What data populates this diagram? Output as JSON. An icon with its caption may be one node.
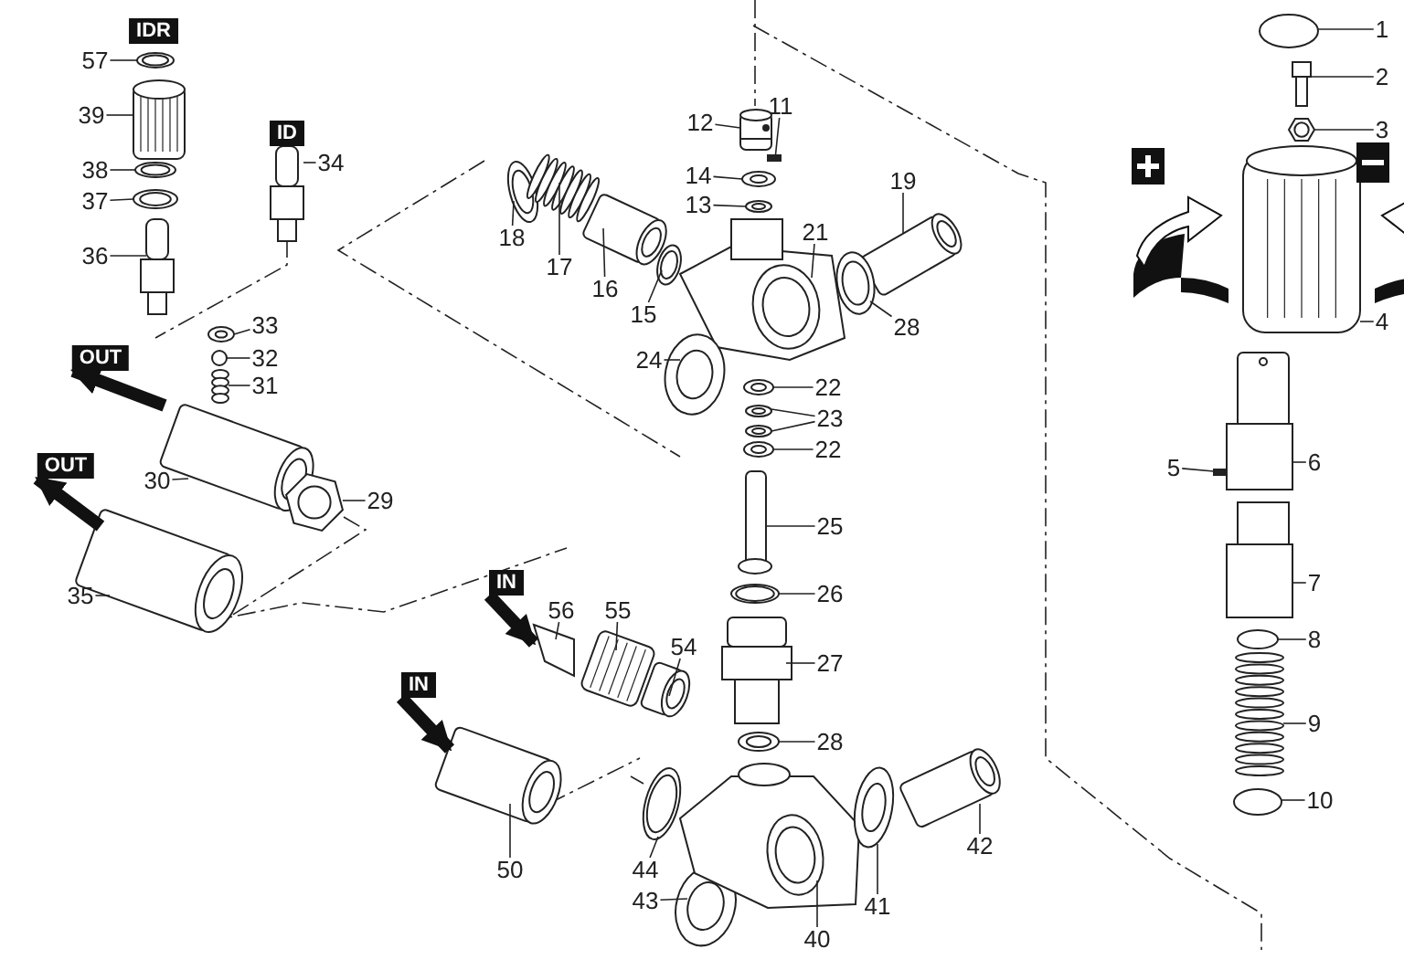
{
  "diagram": {
    "nodes": [
      {
        "text": [
          "IDR"
        ]
      },
      {
        "text": [
          "57"
        ]
      },
      {
        "text": [
          "39"
        ]
      },
      {
        "text": [
          "38"
        ]
      },
      {
        "text": [
          "37"
        ]
      },
      {
        "text": [
          "36"
        ]
      },
      {
        "text": [
          "ID"
        ]
      },
      {
        "text": [
          "34"
        ]
      },
      {
        "text": [
          "33"
        ]
      },
      {
        "text": [
          "32"
        ]
      },
      {
        "text": [
          "31"
        ]
      },
      {
        "text": [
          "OUT"
        ]
      },
      {
        "text": [
          "30"
        ]
      },
      {
        "text": [
          "29"
        ]
      },
      {
        "text": [
          "OUT"
        ]
      },
      {
        "text": [
          "35"
        ]
      },
      {
        "text": [
          "12"
        ]
      },
      {
        "text": [
          "11"
        ]
      },
      {
        "text": [
          "14"
        ]
      },
      {
        "text": [
          "13"
        ]
      },
      {
        "text": [
          "18"
        ]
      },
      {
        "text": [
          "17"
        ]
      },
      {
        "text": [
          "16"
        ]
      },
      {
        "text": [
          "15"
        ]
      },
      {
        "text": [
          "19"
        ]
      },
      {
        "text": [
          "21"
        ]
      },
      {
        "text": [
          "28"
        ]
      },
      {
        "text": [
          "24"
        ]
      },
      {
        "text": [
          "22"
        ]
      },
      {
        "text": [
          "23"
        ]
      },
      {
        "text": [
          "22"
        ]
      },
      {
        "text": [
          "25"
        ]
      },
      {
        "text": [
          "26"
        ]
      },
      {
        "text": [
          "27"
        ]
      },
      {
        "text": [
          "28"
        ]
      },
      {
        "text": [
          "IN"
        ]
      },
      {
        "text": [
          "56"
        ]
      },
      {
        "text": [
          "55"
        ]
      },
      {
        "text": [
          "54"
        ]
      },
      {
        "text": [
          "IN"
        ]
      },
      {
        "text": [
          "50"
        ]
      },
      {
        "text": [
          "44"
        ]
      },
      {
        "text": [
          "43"
        ]
      },
      {
        "text": [
          "40"
        ]
      },
      {
        "text": [
          "41"
        ]
      },
      {
        "text": [
          "42"
        ]
      },
      {
        "text": [
          "1"
        ]
      },
      {
        "text": [
          "2"
        ]
      },
      {
        "text": [
          "3"
        ]
      },
      {
        "text": [
          "4"
        ]
      },
      {
        "text": [
          "5"
        ]
      },
      {
        "text": [
          "6"
        ]
      },
      {
        "text": [
          "7"
        ]
      },
      {
        "text": [
          "8"
        ]
      },
      {
        "text": [
          "9"
        ]
      },
      {
        "text": [
          "10"
        ]
      },
      {
        "text": [],
        "shape": "picture"
      },
      {
        "text": [],
        "shape": "picture"
      },
      {
        "text": [],
        "shape": "picture"
      },
      {
        "text": [],
        "shape": "picture"
      },
      {
        "text": [],
        "shape": "picture"
      },
      {
        "text": [],
        "shape": "picture"
      },
      {
        "text": [],
        "shape": "picture"
      },
      {
        "text": [],
        "shape": "picture"
      },
      {
        "text": [],
        "shape": "picture"
      },
      {
        "text": [],
        "shape": "picture"
      },
      {
        "text": [],
        "shape": "picture"
      },
      {
        "text": [],
        "shape": "picture"
      },
      {
        "text": [],
        "shape": "picture"
      },
      {
        "text": [],
        "shape": "bar"
      },
      {
        "text": [],
        "shape": "picture"
      },
      {
        "text": [],
        "shape": "picture"
      },
      {
        "text": [],
        "shape": "picture"
      },
      {
        "text": [],
        "shape": "picture"
      },
      {
        "text": [],
        "shape": "picture"
      },
      {
        "text": [],
        "shape": "picture"
      },
      {
        "text": [],
        "shape": "picture"
      },
      {
        "text": [],
        "shape": "picture"
      },
      {
        "text": [],
        "shape": "picture"
      },
      {
        "text": [],
        "shape": "picture"
      },
      {
        "text": [],
        "shape": "picture"
      },
      {
        "text": [],
        "shape": "picture"
      },
      {
        "text": [],
        "shape": "picture"
      },
      {
        "text": [],
        "shape": "picture"
      },
      {
        "text": [],
        "shape": "picture"
      },
      {
        "text": [],
        "shape": "picture"
      },
      {
        "text": [],
        "shape": "picture"
      },
      {
        "text": [],
        "shape": "picture"
      },
      {
        "text": [],
        "shape": "picture"
      },
      {
        "text": [],
        "shape": "picture"
      },
      {
        "text": [],
        "shape": "picture"
      },
      {
        "text": [],
        "shape": "picture"
      },
      {
        "text": [],
        "shape": "picture"
      },
      {
        "text": [],
        "shape": "picture"
      },
      {
        "text": [],
        "shape": "picture"
      },
      {
        "text": [],
        "shape": "picture"
      },
      {
        "text": [],
        "shape": "picture"
      },
      {
        "text": [],
        "shape": "picture"
      },
      {
        "text": [],
        "shape": "picture"
      },
      {
        "text": [],
        "shape": "picture"
      },
      {
        "text": [],
        "shape": "picture"
      },
      {
        "text": [],
        "shape": "bar"
      },
      {
        "text": [],
        "shape": "picture"
      },
      {
        "text": [],
        "shape": "picture"
      },
      {
        "text": [],
        "shape": "picture"
      },
      {
        "text": [],
        "shape": "picture"
      },
      {
        "text": [],
        "shape": "picture"
      }
    ],
    "edges": [
      {
        "from": 1,
        "to": 56,
        "arrow": "none"
      },
      {
        "from": 2,
        "to": 57,
        "arrow": "none"
      },
      {
        "from": 3,
        "to": 58,
        "arrow": "none"
      },
      {
        "from": 4,
        "to": 59,
        "arrow": "none"
      },
      {
        "from": 5,
        "to": 60,
        "arrow": "none"
      },
      {
        "from": 7,
        "to": 61,
        "arrow": "none"
      },
      {
        "from": 8,
        "to": 62,
        "arrow": "none"
      },
      {
        "from": 9,
        "to": 63,
        "arrow": "none"
      },
      {
        "from": 10,
        "to": 64,
        "arrow": "none"
      },
      {
        "from": 12,
        "to": 65,
        "arrow": "none"
      },
      {
        "from": 13,
        "to": 66,
        "arrow": "none"
      },
      {
        "from": 15,
        "to": 67,
        "arrow": "none"
      },
      {
        "from": 16,
        "to": 68,
        "arrow": "none"
      },
      {
        "from": 17,
        "to": 69,
        "arrow": "none"
      },
      {
        "from": 18,
        "to": 70,
        "arrow": "none"
      },
      {
        "from": 19,
        "to": 71,
        "arrow": "none"
      },
      {
        "from": 20,
        "to": 72,
        "arrow": "none"
      },
      {
        "from": 21,
        "to": 73,
        "arrow": "none"
      },
      {
        "from": 22,
        "to": 74,
        "arrow": "none"
      },
      {
        "from": 23,
        "to": 75,
        "arrow": "none"
      },
      {
        "from": 24,
        "to": 76,
        "arrow": "none"
      },
      {
        "from": 25,
        "to": 77,
        "arrow": "none"
      },
      {
        "from": 26,
        "to": 78,
        "arrow": "none"
      },
      {
        "from": 27,
        "to": 79,
        "arrow": "none"
      },
      {
        "from": 28,
        "to": 80,
        "arrow": "none"
      },
      {
        "from": 29,
        "to": 81,
        "arrow": "none"
      },
      {
        "from": 29,
        "to": 82,
        "arrow": "none"
      },
      {
        "from": 30,
        "to": 83,
        "arrow": "none"
      },
      {
        "from": 31,
        "to": 84,
        "arrow": "none"
      },
      {
        "from": 32,
        "to": 85,
        "arrow": "none"
      },
      {
        "from": 33,
        "to": 86,
        "arrow": "none"
      },
      {
        "from": 34,
        "to": 87,
        "arrow": "none"
      },
      {
        "from": 36,
        "to": 88,
        "arrow": "none"
      },
      {
        "from": 37,
        "to": 89,
        "arrow": "none"
      },
      {
        "from": 38,
        "to": 90,
        "arrow": "none"
      },
      {
        "from": 40,
        "to": 91,
        "arrow": "none"
      },
      {
        "from": 41,
        "to": 92,
        "arrow": "none"
      },
      {
        "from": 42,
        "to": 93,
        "arrow": "none"
      },
      {
        "from": 43,
        "to": 94,
        "arrow": "none"
      },
      {
        "from": 44,
        "to": 95,
        "arrow": "none"
      },
      {
        "from": 45,
        "to": 96,
        "arrow": "none"
      },
      {
        "from": 46,
        "to": 97,
        "arrow": "none"
      },
      {
        "from": 47,
        "to": 98,
        "arrow": "none"
      },
      {
        "from": 48,
        "to": 99,
        "arrow": "none"
      },
      {
        "from": 49,
        "to": 100,
        "arrow": "none"
      },
      {
        "from": 50,
        "to": 101,
        "arrow": "none"
      },
      {
        "from": 51,
        "to": 102,
        "arrow": "none"
      },
      {
        "from": 52,
        "to": 103,
        "arrow": "none"
      },
      {
        "from": 53,
        "to": 104,
        "arrow": "none"
      },
      {
        "from": 54,
        "to": 105,
        "arrow": "none"
      },
      {
        "from": 55,
        "to": 106,
        "arrow": "none"
      },
      {
        "from": 65,
        "to": 11,
        "arrow": "to",
        "style": "thick"
      },
      {
        "from": 67,
        "to": 14,
        "arrow": "to",
        "style": "thick"
      },
      {
        "from": 35,
        "to": 88,
        "arrow": "to",
        "style": "thick"
      },
      {
        "from": 39,
        "to": 91,
        "arrow": "to",
        "style": "thick"
      }
    ]
  }
}
